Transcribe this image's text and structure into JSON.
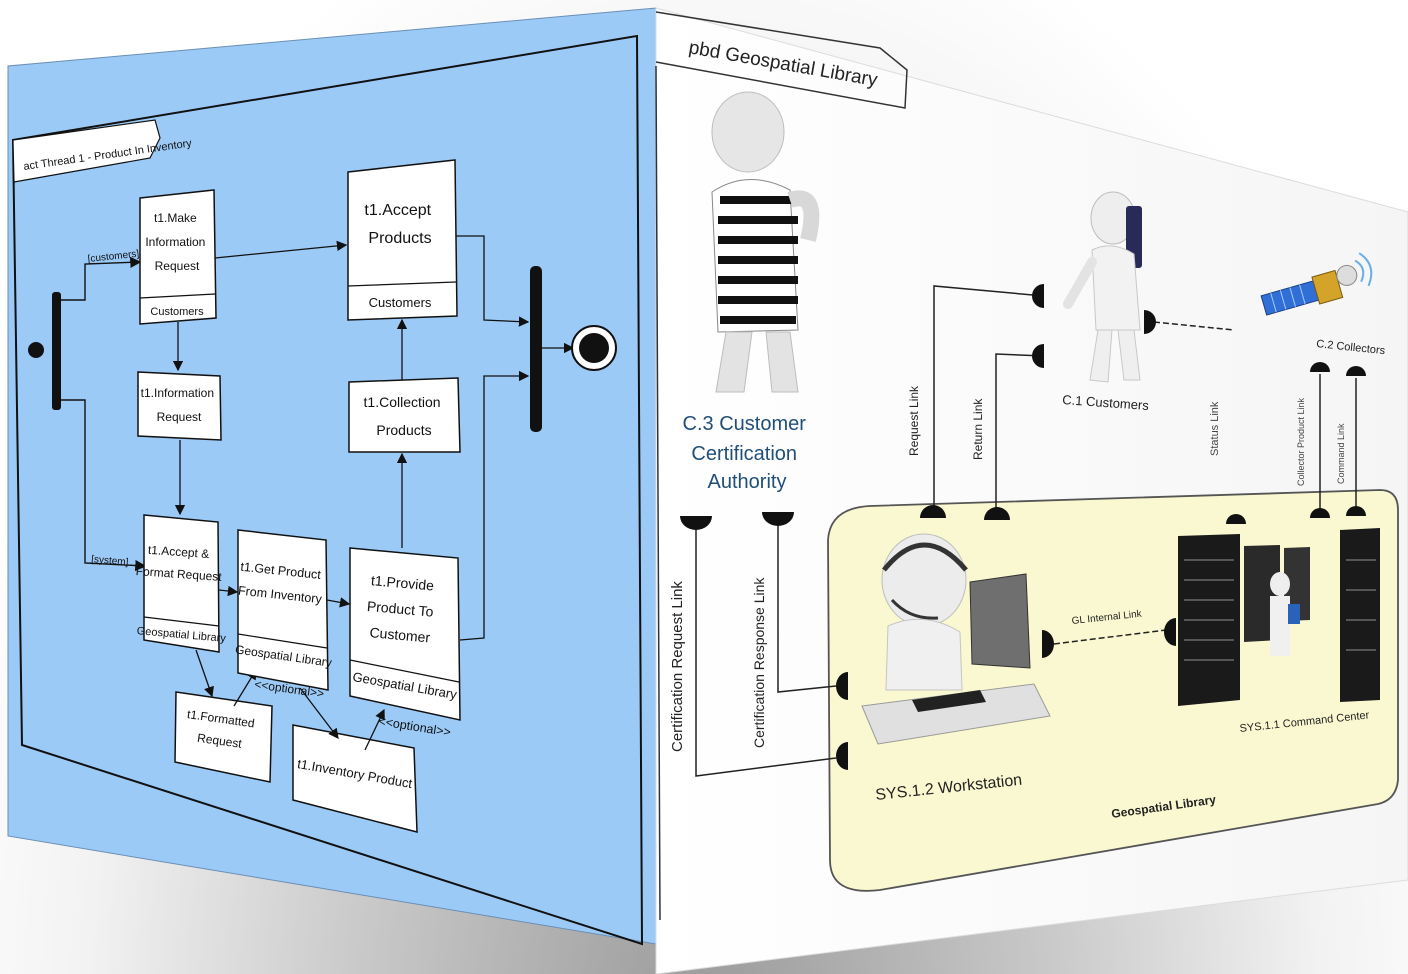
{
  "activity": {
    "frame_title": "act Thread 1 - Product In Inventory",
    "guard_customers": "[customers]",
    "guard_system": "[system]",
    "make_request": [
      "t1.Make",
      "Information",
      "Request"
    ],
    "make_request_lane": "Customers",
    "info_request": [
      "t1.Information",
      "Request"
    ],
    "accept_format": [
      "t1.Accept &",
      "Format Request"
    ],
    "accept_format_lane": "Geospatial Library",
    "formatted_request": [
      "t1.Formatted",
      "Request"
    ],
    "get_product": [
      "t1.Get Product",
      "From Inventory"
    ],
    "get_product_lane": "Geospatial Library",
    "optional_1": "<<optional>>",
    "inventory_product": "t1.Inventory Product",
    "provide_product": [
      "t1.Provide",
      "Product To",
      "Customer"
    ],
    "provide_product_lane": "Geospatial Library",
    "optional_2": "<<optional>>",
    "collection_products": [
      "t1.Collection",
      "Products"
    ],
    "accept_products": [
      "t1.Accept",
      "Products"
    ],
    "accept_products_lane": "Customers"
  },
  "pbd": {
    "frame_title": "pbd Geospatial Library",
    "authority_label": [
      "C.3 Customer",
      "Certification",
      "Authority"
    ],
    "customers_label": "C.1 Customers",
    "collectors_label": "C.2 Collectors",
    "request_link": "Request Link",
    "return_link": "Return Link",
    "status_link": "Status Link",
    "collector_product_link": "Collector Product Link",
    "command_link": "Command Link",
    "cert_request_link": "Certification Request Link",
    "cert_response_link": "Certification Response Link",
    "gl_internal_link": "GL Internal Link",
    "workstation_label": "SYS.1.2 Workstation",
    "command_center_label": "SYS.1.1 Command Center",
    "library_label": "Geospatial Library"
  },
  "colors": {
    "left_panel": "#9ccaf7",
    "library_fill": "#faf8d0",
    "authority_text": "#1f4e79"
  }
}
